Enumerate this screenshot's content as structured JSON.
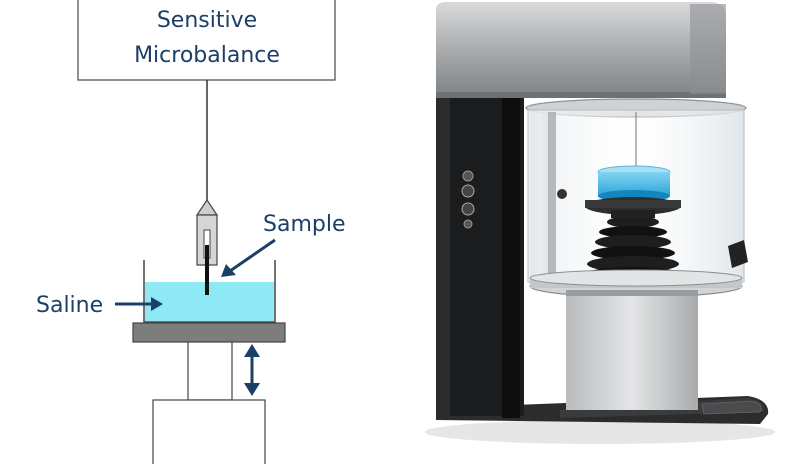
{
  "schematic": {
    "balance_line1": "Sensitive",
    "balance_line2": "Microbalance",
    "sample_label": "Sample",
    "saline_label": "Saline"
  },
  "colors": {
    "label_text": "#1b3f66",
    "saline_fill": "#8fe9f4",
    "platform": "#7d7d7d",
    "arrow": "#1b3f66"
  },
  "photo": {
    "subject": "microbalance tensiometer instrument photo"
  }
}
